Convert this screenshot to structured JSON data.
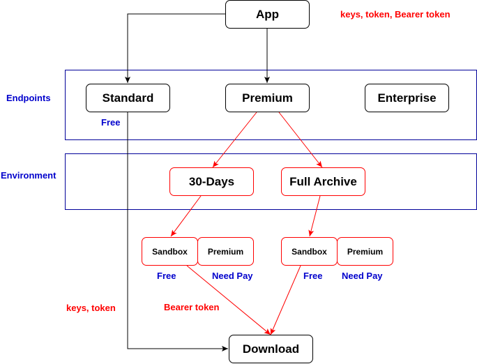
{
  "colors": {
    "blue": "#0000cc",
    "red": "#ff0000",
    "black": "#000000",
    "group_border": "#000099"
  },
  "nodes": {
    "app": "App",
    "standard": "Standard",
    "premium": "Premium",
    "enterprise": "Enterprise",
    "days30": "30-Days",
    "full_archive": "Full Archive",
    "sandbox_30": "Sandbox",
    "premium_30": "Premium",
    "sandbox_full": "Sandbox",
    "premium_full": "Premium",
    "download": "Download"
  },
  "groups": {
    "endpoints": "Endpoints",
    "environment": "Environment"
  },
  "annotations": {
    "auth_top": "keys, token, Bearer token",
    "standard_free": "Free",
    "free_30": "Free",
    "needpay_30": "Need Pay",
    "free_full": "Free",
    "needpay_full": "Need Pay",
    "standard_auth": "keys, token",
    "bearer": "Bearer token"
  }
}
